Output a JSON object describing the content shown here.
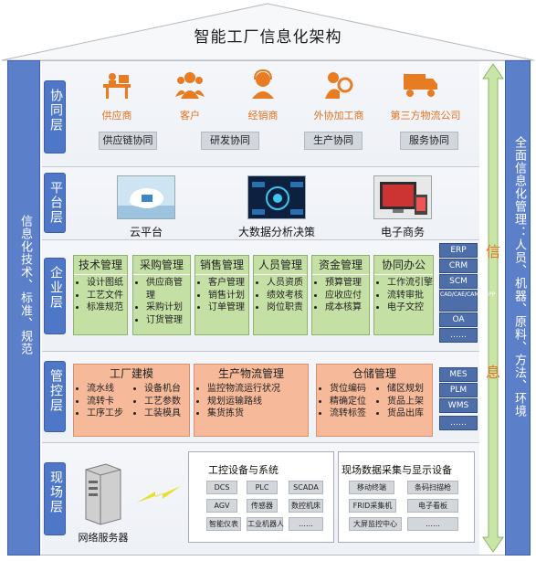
{
  "title": "智能工厂信息化架构",
  "left_sidebar": "信息化技术、标准、规范",
  "right_sidebar": "全面信息化管理：人员、机器、原料、方法、环境",
  "arrow": {
    "top": "信",
    "bottom": "息"
  },
  "layers": {
    "collab": {
      "label": "协同层",
      "parties": [
        "供应商",
        "客户",
        "经销商",
        "外协加工商",
        "第三方物流公司"
      ],
      "tags": [
        "供应链协同",
        "研发协同",
        "生产协同",
        "服务协同"
      ]
    },
    "platform": {
      "label": "平台层",
      "items": [
        "云平台",
        "大数据分析决策",
        "电子商务"
      ]
    },
    "enterprise": {
      "label": "企业层",
      "modules": [
        {
          "title": "技术管理",
          "items": [
            "设计图纸",
            "工艺文件",
            "标准规范"
          ]
        },
        {
          "title": "采购管理",
          "items": [
            "供应商管理",
            "采购计划",
            "订货管理"
          ]
        },
        {
          "title": "销售管理",
          "items": [
            "客户管理",
            "销售计划",
            "订单管理"
          ]
        },
        {
          "title": "人员管理",
          "items": [
            "人员资质",
            "绩效考核",
            "岗位职责"
          ]
        },
        {
          "title": "资金管理",
          "items": [
            "预算管理",
            "应收应付",
            "成本核算"
          ]
        },
        {
          "title": "协同办公",
          "items": [
            "工作流引擎",
            "流转审批",
            "电子文控"
          ]
        }
      ],
      "systems": [
        "ERP",
        "CRM",
        "SCM",
        "CAD/CAE/CAM/CAPP",
        "OA",
        "……"
      ]
    },
    "control": {
      "label": "管控层",
      "modules": [
        {
          "title": "工厂建模",
          "left": [
            "流水线",
            "流转卡",
            "工序工步"
          ],
          "right": [
            "设备机台",
            "工艺参数",
            "工装模具"
          ]
        },
        {
          "title": "生产物流管理",
          "left": [
            "监控物流运行状况",
            "规划运输路线",
            "集货拣货"
          ],
          "right": []
        },
        {
          "title": "仓储管理",
          "left": [
            "货位编码",
            "精确定位",
            "流转标签"
          ],
          "right": [
            "储区规划",
            "货品上架",
            "货品出库"
          ]
        }
      ],
      "systems": [
        "MES",
        "PLM",
        "WMS",
        "……"
      ]
    },
    "field": {
      "label": "现场层",
      "server": "网络服务器",
      "equipment": {
        "title": "工控设备与系统",
        "items": [
          "DCS",
          "PLC",
          "SCADA",
          "AGV",
          "传感器",
          "数控机床",
          "智能仪表",
          "工业机器人",
          "……"
        ]
      },
      "acquisition": {
        "title": "现场数据采集与显示设备",
        "items": [
          "移动终端",
          "条码扫描枪",
          "FRID采集机",
          "电子看板",
          "大屏监控中心",
          "……"
        ]
      }
    }
  }
}
